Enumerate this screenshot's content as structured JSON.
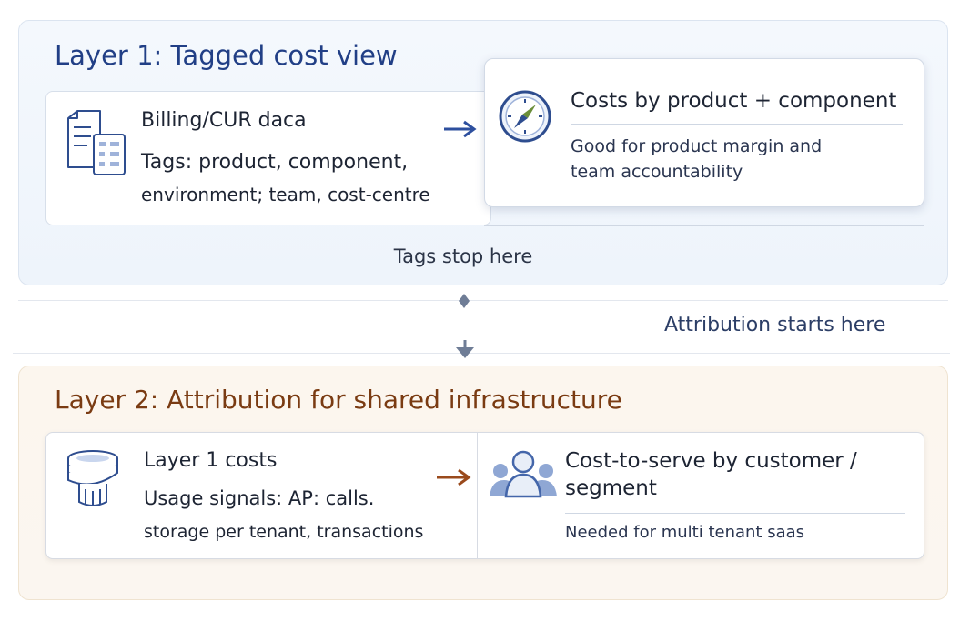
{
  "layer1": {
    "title": "Layer 1: Tagged cost view",
    "source": {
      "heading": "Billing/CUR daca",
      "line1": "Tags: product, component,",
      "line2": "environment; team, cost-centre",
      "icon": "document-icon"
    },
    "result": {
      "heading": "Costs by product + component",
      "line1": "Good for product margin and",
      "line2": "team accountability",
      "icon": "compass-icon"
    },
    "footer": "Tags stop here"
  },
  "transition": {
    "label": "Attribution starts here"
  },
  "layer2": {
    "title": "Layer 2: Attribution for shared infrastructure",
    "source": {
      "heading": "Layer 1 costs",
      "line1": "Usage signals: AP: calls.",
      "line2": "storage per tenant, transactions",
      "icon": "database-icon"
    },
    "result": {
      "heading_line1": "Cost-to-serve by customer /",
      "heading_line2": "segment",
      "note": "Needed for multi tenant saas",
      "icon": "users-icon"
    }
  },
  "colors": {
    "layer1_accent": "#213f86",
    "layer2_accent": "#7a3b12",
    "arrow1": "#2d4f9e",
    "arrow2": "#9a4a1c"
  }
}
